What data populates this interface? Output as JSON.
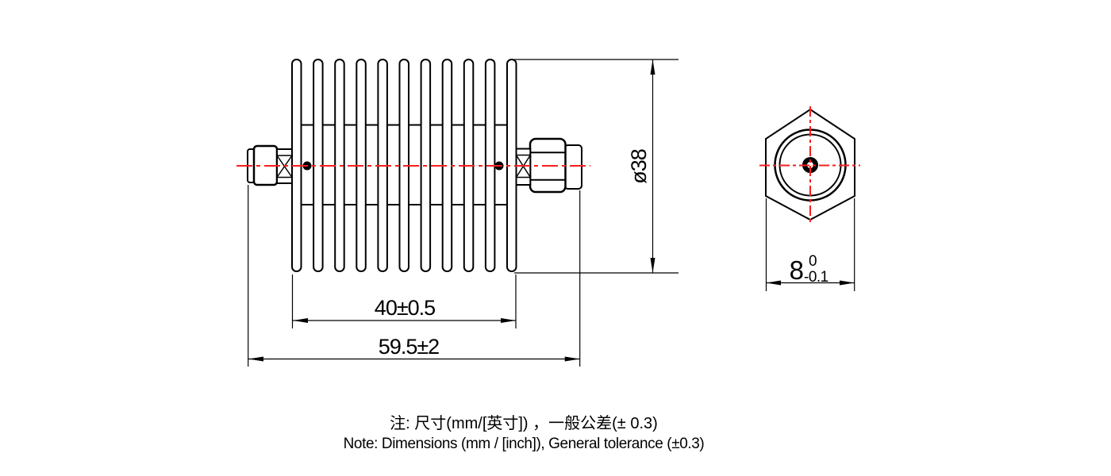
{
  "dimensions": {
    "fin_length": "40±0.5",
    "overall_length": "59.5±2",
    "body_diameter": "ø38",
    "hex_nominal": "8",
    "hex_tol_upper": "0",
    "hex_tol_lower": "-0.1"
  },
  "notes": {
    "zh": "注: 尺寸(mm/[英寸]) ，一般公差(± 0.3)",
    "en": "Note: Dimensions (mm / [inch]), General tolerance (±0.3)"
  },
  "colors": {
    "line": "#000000",
    "centerline": "#fa1e1e",
    "background": "#ffffff"
  }
}
